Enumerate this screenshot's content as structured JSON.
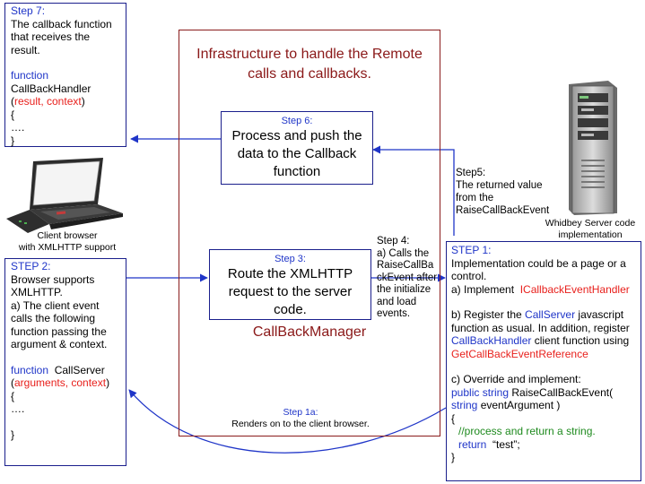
{
  "infra": {
    "title_line1": "Infrastructure to handle the Remote",
    "title_line2": "calls and callbacks.",
    "manager_label": "CallBackManager"
  },
  "step7": {
    "label": "Step 7:",
    "desc_lines": [
      "The callback function",
      "that receives the",
      "result."
    ],
    "keyword": "function",
    "func_name": "CallBackHandler",
    "paren_open": "(",
    "params": "result, context",
    "paren_close": ")",
    "brace_open": "{",
    "ellipsis": "….",
    "brace_close": "}"
  },
  "step6": {
    "label": "Step 6:",
    "desc_lines": [
      "Process and push the",
      "data to the Callback",
      "function"
    ]
  },
  "step3": {
    "label": "Step 3:",
    "desc_lines": [
      "Route the XMLHTTP",
      "request to the server",
      "code."
    ]
  },
  "step2": {
    "label": "STEP 2:",
    "desc_lines": [
      "Browser supports",
      "XMLHTTP.",
      "a) The client event",
      "calls the following",
      "function passing the",
      "argument & context."
    ],
    "keyword": "function",
    "func_name": "CallServer",
    "paren_open": "(",
    "params": "arguments, context",
    "paren_close": ")",
    "brace_open": "{",
    "ellipsis": "….",
    "brace_close": "}"
  },
  "step1": {
    "label": "STEP 1:",
    "intro_lines": [
      "Implementation could be a page or a",
      "control."
    ],
    "a_prefix": "a) Implement",
    "a_interface": "ICallbackEventHandler",
    "b_prefix": "b) Register the",
    "b_callserver": "CallServer",
    "b_mid": "javascript",
    "b_line2": "function as usual. In addition, register",
    "b_handler": "CallBackHandler",
    "b_after_handler": "client function using",
    "b_getref": "GetCallBackEventReference",
    "c_line": "c) Override and implement:",
    "code_line1": "public string",
    "code_method": "RaiseCallBackEvent(",
    "code_string": "string",
    "code_arg": "eventArgument )",
    "code_brace_open": "{",
    "code_comment": "//process and return a string.",
    "code_return": "return",
    "code_value": "“test”;",
    "code_brace_close": "}"
  },
  "step4": {
    "lines": [
      "Step 4:",
      "a) Calls the",
      "RaiseCallBa",
      "ckEvent after",
      "the initialize",
      "and load",
      "events."
    ]
  },
  "step5": {
    "lines": [
      "Step5:",
      "The returned value",
      "from the",
      "RaiseCallBackEvent"
    ]
  },
  "step1a": {
    "label": "Step 1a:",
    "desc": "Renders on to the client browser."
  },
  "client": {
    "caption_lines": [
      "Client browser",
      "with XMLHTTP support"
    ]
  },
  "server": {
    "caption_lines": [
      "Whidbey Server code",
      "implementation"
    ]
  },
  "colors": {
    "arrow": "#1f35c8",
    "box_border": "#1a1f8c",
    "infra_border": "#8a1c1c",
    "highlight": "#e8201c",
    "comment": "#1e8a1e"
  }
}
